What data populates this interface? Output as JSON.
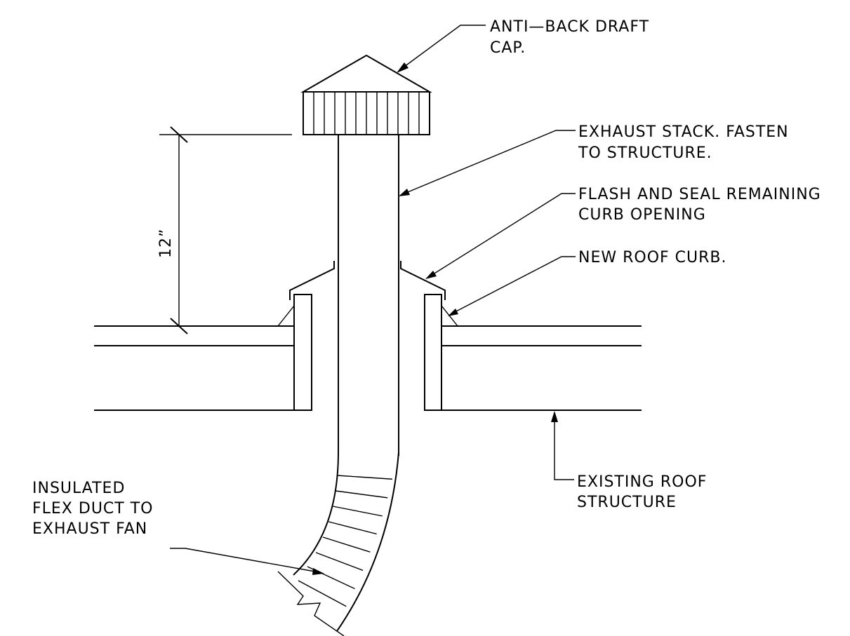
{
  "labels": {
    "cap_line1": "ANTI—BACK DRAFT",
    "cap_line2": "CAP.",
    "stack_line1": "EXHAUST STACK.   FASTEN",
    "stack_line2": "TO STRUCTURE.",
    "flash_line1": "FLASH AND SEAL REMAINING",
    "flash_line2": "CURB OPENING",
    "curb_line1": "NEW ROOF CURB.",
    "roof_line1": "EXISTING ROOF",
    "roof_line2": "STRUCTURE",
    "duct_line1": "INSULATED",
    "duct_line2": "FLEX DUCT TO",
    "duct_line3": "EXHAUST FAN",
    "dimension": "12”"
  }
}
